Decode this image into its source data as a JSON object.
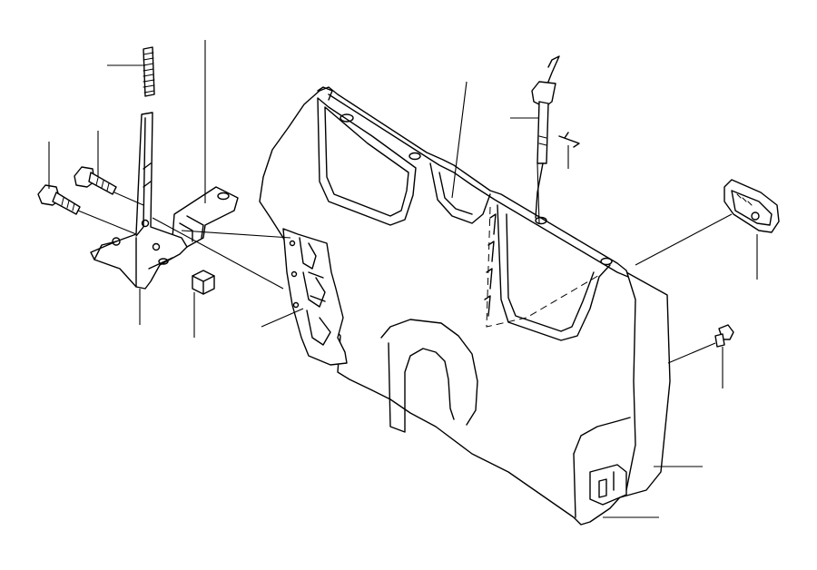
{
  "diagram": {
    "kind": "exploded parts diagram",
    "parts": [
      {
        "id": "threaded-stud",
        "icon": "stud-icon"
      },
      {
        "id": "hinge-bolt-upper",
        "icon": "bolt-icon"
      },
      {
        "id": "hinge-bolt-lower",
        "icon": "bolt-icon"
      },
      {
        "id": "hinge-bracket",
        "icon": "bracket-icon"
      },
      {
        "id": "mounting-bracket",
        "icon": "bracket-icon"
      },
      {
        "id": "flange-nut",
        "icon": "nut-icon"
      },
      {
        "id": "side-mount-rail",
        "icon": "rail-icon"
      },
      {
        "id": "seat-back-panel",
        "icon": "panel-icon"
      },
      {
        "id": "latch-rod",
        "icon": "rod-icon"
      },
      {
        "id": "retaining-clip",
        "icon": "clip-icon"
      },
      {
        "id": "release-handle-cover",
        "icon": "handle-icon"
      },
      {
        "id": "push-rivet",
        "icon": "rivet-icon"
      },
      {
        "id": "lower-trim-clip",
        "icon": "clip-icon"
      }
    ],
    "callout_count": 14,
    "line_color": "#000000",
    "background": "#ffffff"
  }
}
